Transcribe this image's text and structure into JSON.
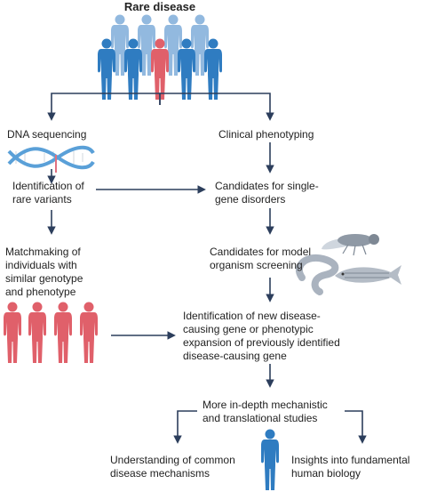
{
  "title": "Rare disease",
  "labels": {
    "dna_sequencing": "DNA sequencing",
    "clinical_phenotyping": "Clinical phenotyping",
    "identification_rare_variants": "Identification of\nrare variants",
    "candidates_single_gene": "Candidates for single-\ngene disorders",
    "matchmaking": "Matchmaking of\nindividuals with\nsimilar genotype\nand phenotype",
    "candidates_model_organism": "Candidates for model\norganism screening",
    "identification_new_gene": "Identification of new disease-\ncausing gene or phenotypic\nexpansion of previously identified\ndisease-causing gene",
    "in_depth_studies": "More in-depth mechanistic\nand translational studies",
    "common_mechanisms": "Understanding of common\ndisease mechanisms",
    "fundamental_biology": "Insights into fundamental\nhuman biology"
  },
  "colors": {
    "arrow": "#2c3e5c",
    "patient_red": "#e0606a",
    "person_blue": "#2f7cc1",
    "person_light_blue": "#92b9df",
    "dna_blue": "#5aa0d8",
    "dna_red": "#e07080",
    "organism_gray": "#aab3bf"
  }
}
